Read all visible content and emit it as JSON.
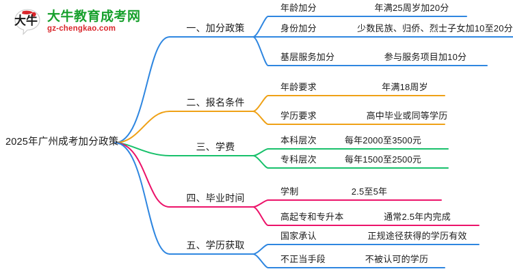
{
  "logo": {
    "mark_text": "大牛",
    "title": "大牛教育成考网",
    "domain": "gz-chengkao.com",
    "title_color": "#17a02c",
    "domain_color": "#d9262b"
  },
  "mindmap": {
    "root": {
      "label": "2025年广州成考加分政策"
    },
    "branches": [
      {
        "index": "1",
        "label": "一、加分政策",
        "color": "#2e86e0",
        "leaves": [
          {
            "label": "年龄加分",
            "value": "年满25周岁加20分"
          },
          {
            "label": "身份加分",
            "value": "少数民族、归侨、烈士子女加10至20分"
          },
          {
            "label": "基层服务加分",
            "value": "参与服务项目加10分"
          }
        ]
      },
      {
        "index": "2",
        "label": "二、报名条件",
        "color": "#efa116",
        "leaves": [
          {
            "label": "年龄要求",
            "value": "年满18周岁"
          },
          {
            "label": "学历要求",
            "value": "高中毕业或同等学历"
          }
        ]
      },
      {
        "index": "3",
        "label": "三、学费",
        "color": "#17c06a",
        "leaves": [
          {
            "label": "本科层次",
            "value": "每年2000至3500元"
          },
          {
            "label": "专科层次",
            "value": "每年1500至2500元"
          }
        ]
      },
      {
        "index": "4",
        "label": "四、毕业时间",
        "color": "#ec1269",
        "leaves": [
          {
            "label": "学制",
            "value": "2.5至5年"
          },
          {
            "label": "高起专和专升本",
            "value": "通常2.5年内完成"
          }
        ]
      },
      {
        "index": "5",
        "label": "五、学历获取",
        "color": "#2e86e0",
        "leaves": [
          {
            "label": "国家承认",
            "value": "正规途径获得的学历有效"
          },
          {
            "label": "不正当手段",
            "value": "不被认可的学历"
          }
        ]
      }
    ]
  }
}
